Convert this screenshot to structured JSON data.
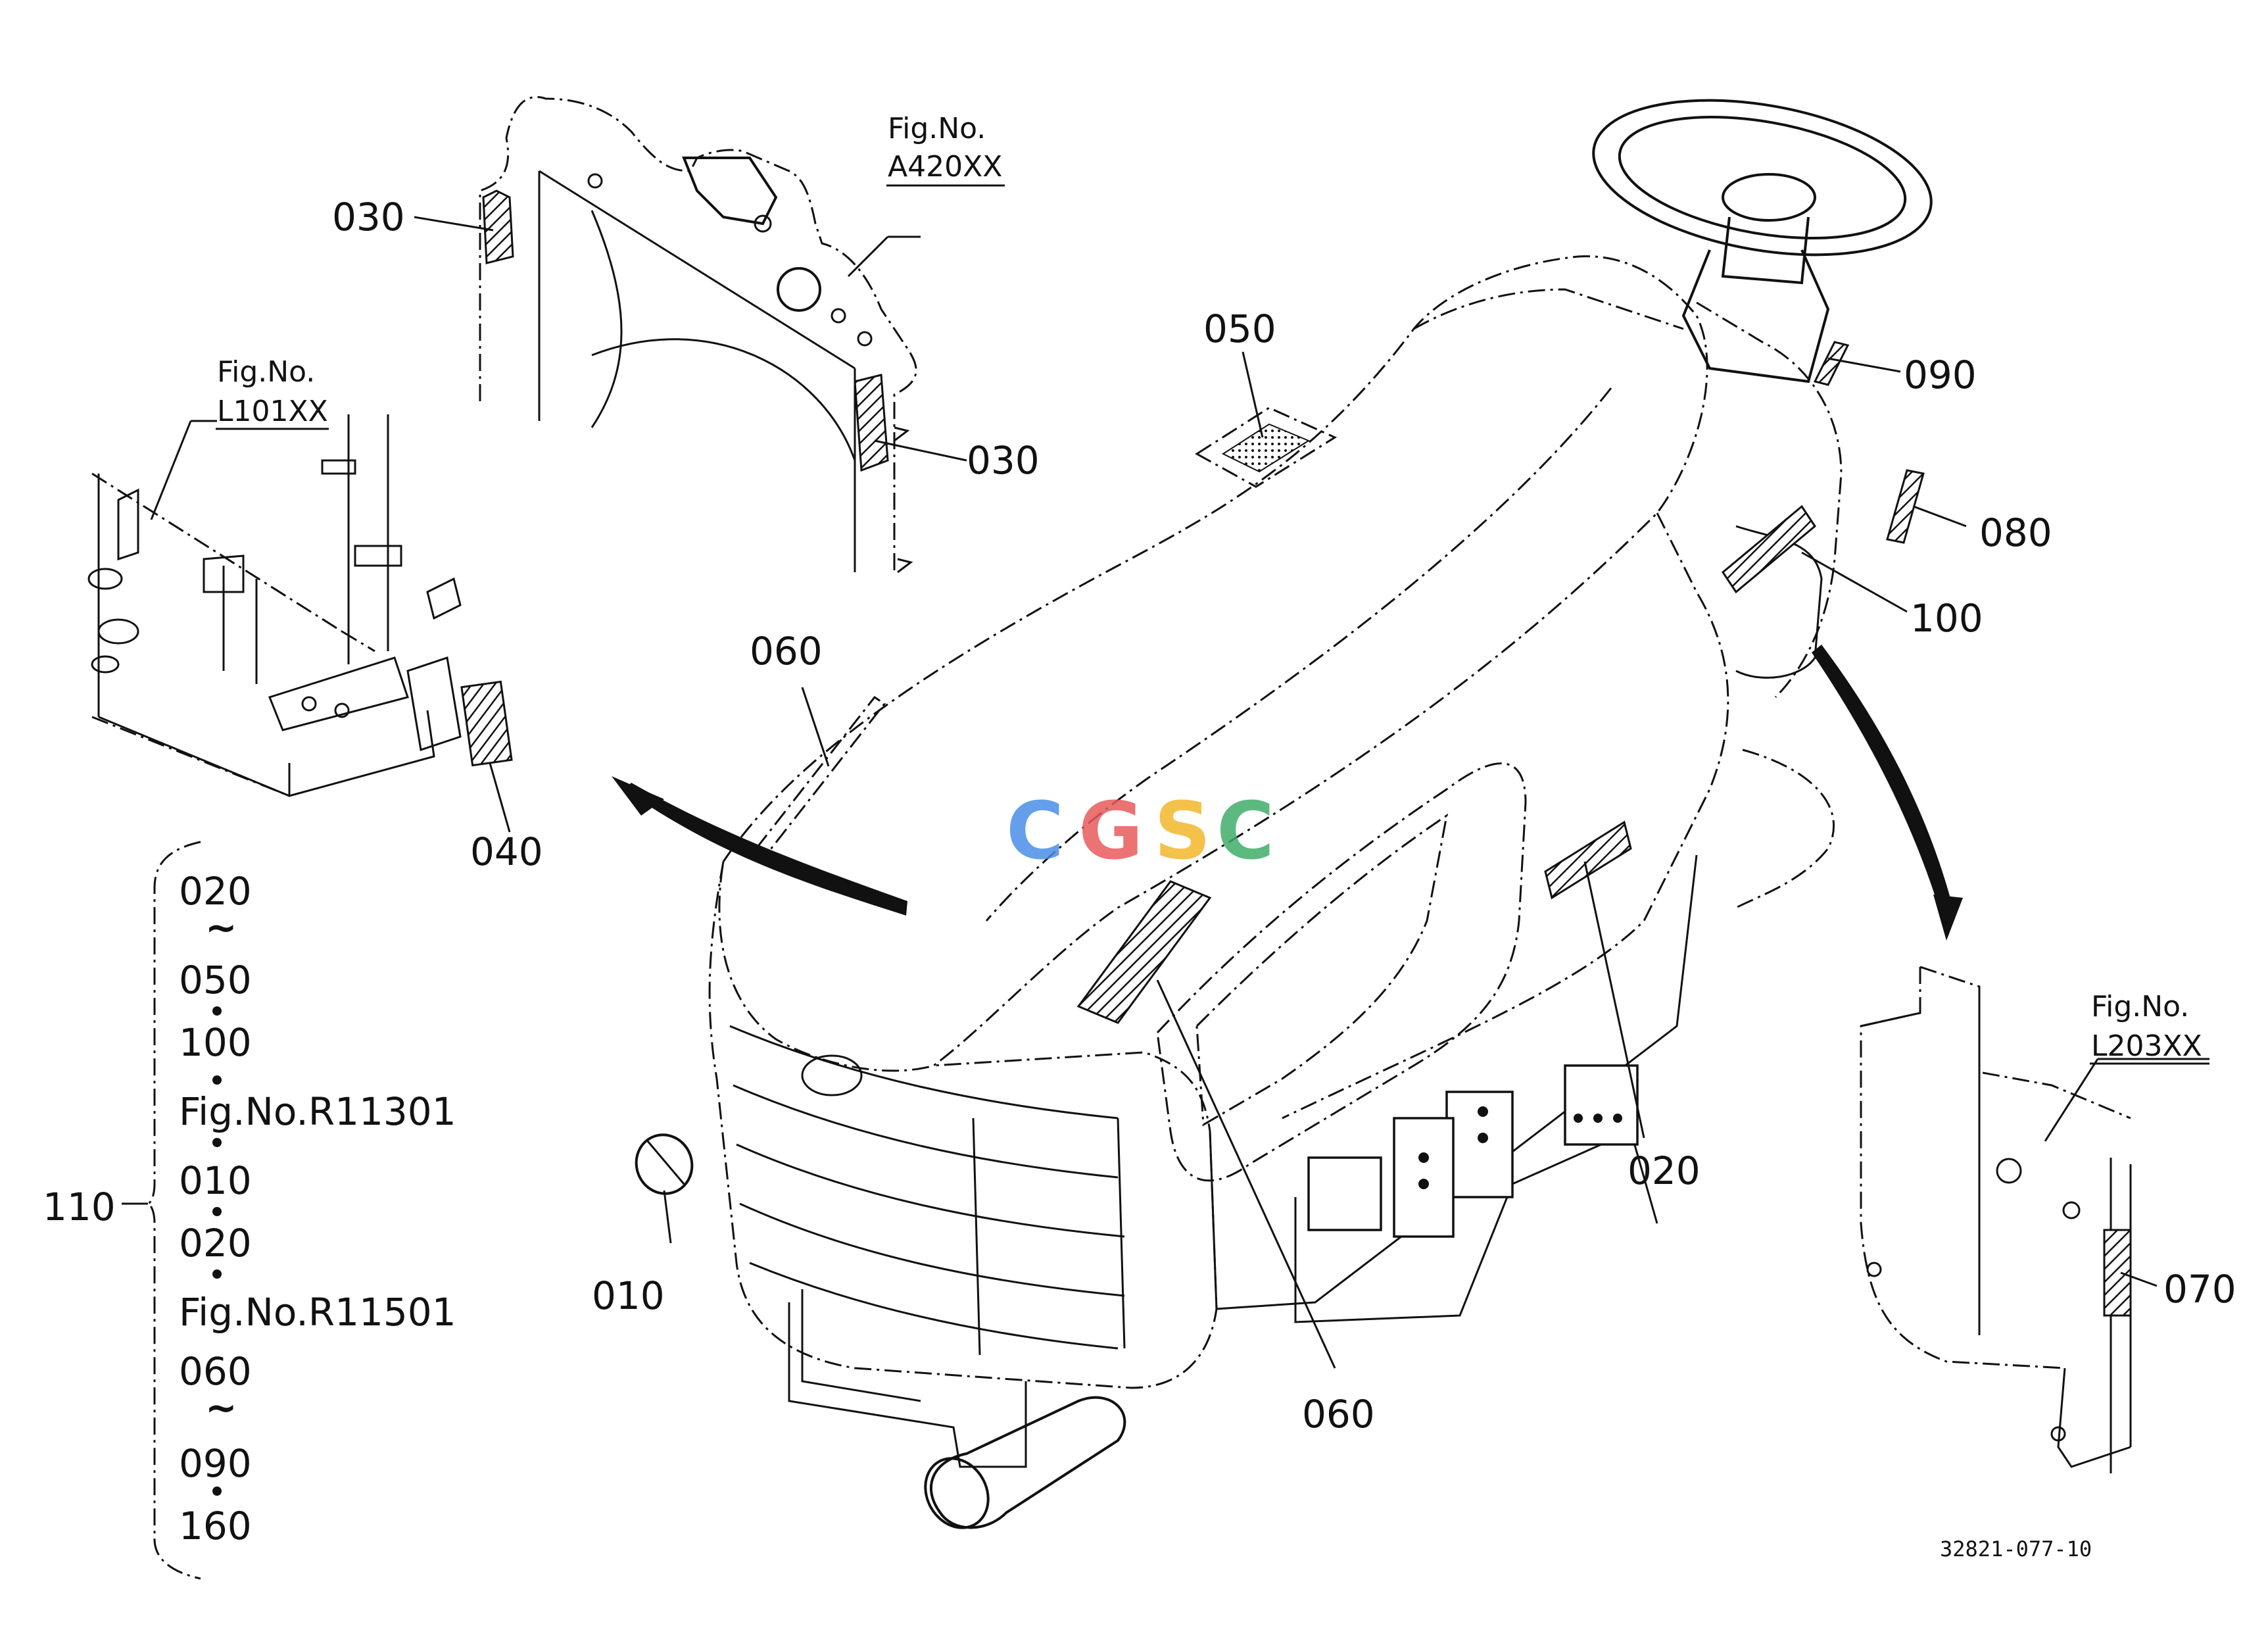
{
  "callouts": {
    "c010": "010",
    "c020": "020",
    "c030a": "030",
    "c030b": "030",
    "c040": "040",
    "c050": "050",
    "c060a": "060",
    "c060b": "060",
    "c070": "070",
    "c080": "080",
    "c090": "090",
    "c100": "100",
    "c110": "110"
  },
  "fig_refs": {
    "top": {
      "label": "Fig.No.",
      "code": "A420XX"
    },
    "left": {
      "label": "Fig.No.",
      "code": "L101XX"
    },
    "right": {
      "label": "Fig.No.",
      "code": "L203XX"
    }
  },
  "set_list": [
    "020",
    "~",
    "050",
    "•",
    "100",
    "•",
    "Fig.No.R11301",
    "•",
    "010",
    "•",
    "020",
    "•",
    "Fig.No.R11501",
    "060",
    "~",
    "090",
    "•",
    "160"
  ],
  "drawing_number": "32821-077-10",
  "watermark": {
    "letters": [
      "C",
      "G",
      "S",
      "C"
    ],
    "colors": [
      "#4a8ee8",
      "#e85a5a",
      "#f2b72c",
      "#3fae6a"
    ]
  },
  "colors": {
    "line": "#111111",
    "background": "#ffffff"
  }
}
